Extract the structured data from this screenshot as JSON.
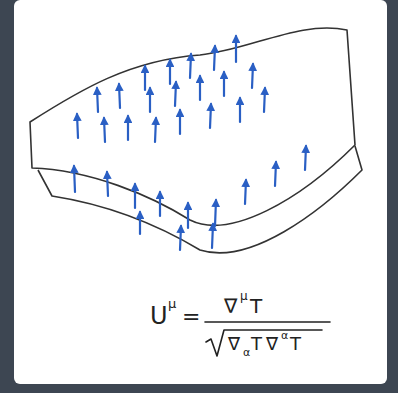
{
  "diagram": {
    "labels": [
      "U",
      "μ",
      "=",
      "∇",
      "μ",
      "T",
      "∇",
      "α",
      "T",
      "∇",
      "α",
      "T"
    ]
  }
}
